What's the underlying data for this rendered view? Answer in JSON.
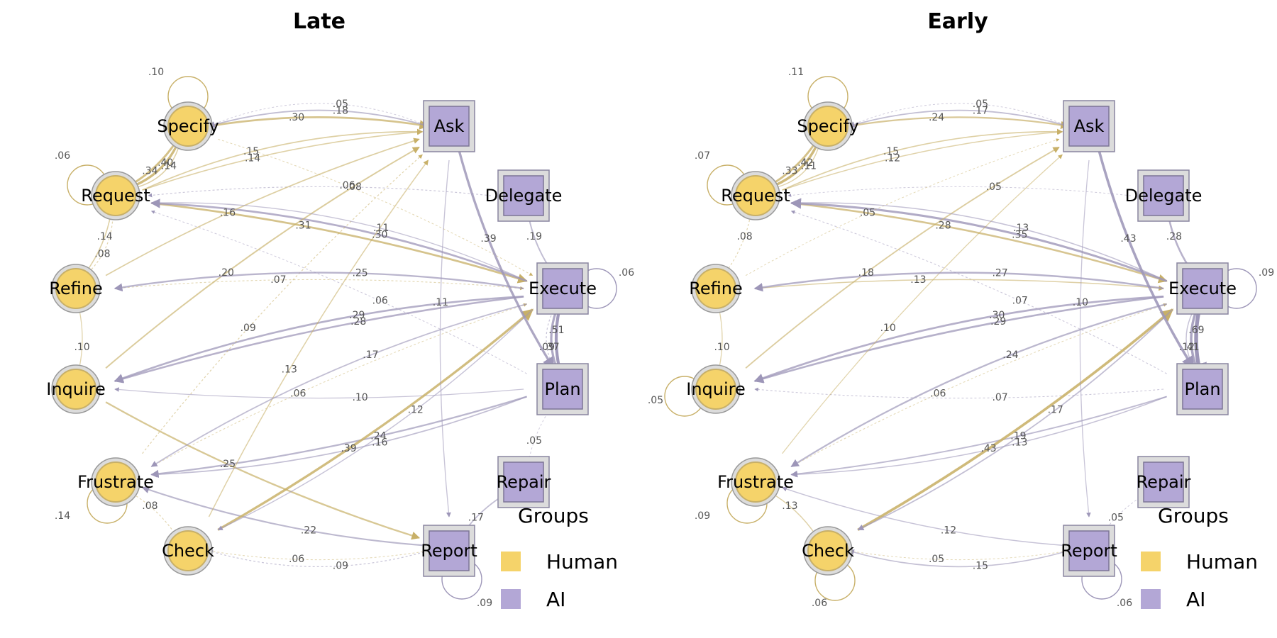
{
  "colors": {
    "human": "#f5d36a",
    "human_edge": "#c8b068",
    "ai": "#b3a7d6",
    "ai_edge": "#9d96b8"
  },
  "legend": {
    "title": "Groups",
    "items": [
      {
        "label": "Human",
        "color": "#f5d36a"
      },
      {
        "label": "AI",
        "color": "#b3a7d6"
      }
    ]
  },
  "nodes": [
    {
      "id": "Specify",
      "group": "Human"
    },
    {
      "id": "Request",
      "group": "Human"
    },
    {
      "id": "Refine",
      "group": "Human"
    },
    {
      "id": "Inquire",
      "group": "Human"
    },
    {
      "id": "Frustrate",
      "group": "Human"
    },
    {
      "id": "Check",
      "group": "Human"
    },
    {
      "id": "Ask",
      "group": "AI"
    },
    {
      "id": "Delegate",
      "group": "AI"
    },
    {
      "id": "Execute",
      "group": "AI"
    },
    {
      "id": "Plan",
      "group": "AI"
    },
    {
      "id": "Repair",
      "group": "AI"
    },
    {
      "id": "Report",
      "group": "AI"
    }
  ],
  "panels": [
    {
      "title": "Late",
      "self_loops": [
        {
          "node": "Specify",
          "label": ".10"
        },
        {
          "node": "Request",
          "label": ".06"
        },
        {
          "node": "Execute",
          "label": ".06"
        },
        {
          "node": "Frustrate",
          "label": ".14"
        },
        {
          "node": "Report",
          "label": ".09"
        }
      ],
      "edges": [
        {
          "from": "Request",
          "to": "Specify",
          "w": 0.34,
          "label": ".34"
        },
        {
          "from": "Specify",
          "to": "Request",
          "w": 0.4,
          "label": ".40"
        },
        {
          "from": "Specify",
          "to": "Request",
          "w": 0.14,
          "label": ".14"
        },
        {
          "from": "Specify",
          "to": "Ask",
          "w": 0.3,
          "label": ".30"
        },
        {
          "from": "Ask",
          "to": "Specify",
          "w": 0.18,
          "label": ".18"
        },
        {
          "from": "Ask",
          "to": "Specify",
          "w": 0.05,
          "label": ".05"
        },
        {
          "from": "Specify",
          "to": "Execute",
          "w": 0.06,
          "label": ".06"
        },
        {
          "from": "Request",
          "to": "Execute",
          "w": 0.31,
          "label": ".31"
        },
        {
          "from": "Request",
          "to": "Ask",
          "w": 0.14,
          "label": ".14"
        },
        {
          "from": "Request",
          "to": "Ask",
          "w": 0.15,
          "label": ".15"
        },
        {
          "from": "Delegate",
          "to": "Request",
          "w": 0.08,
          "label": ".08"
        },
        {
          "from": "Execute",
          "to": "Request",
          "w": 0.3,
          "label": ".30"
        },
        {
          "from": "Plan",
          "to": "Request",
          "w": 0.06,
          "label": ".06"
        },
        {
          "from": "Request",
          "to": "Refine",
          "w": 0.14,
          "label": ".14"
        },
        {
          "from": "Refine",
          "to": "Request",
          "w": 0.08,
          "label": ".08"
        },
        {
          "from": "Refine",
          "to": "Execute",
          "w": 0.07,
          "label": ".07"
        },
        {
          "from": "Refine",
          "to": "Ask",
          "w": 0.16,
          "label": ".16"
        },
        {
          "from": "Inquire",
          "to": "Refine",
          "w": 0.1,
          "label": ".10"
        },
        {
          "from": "Execute",
          "to": "Inquire",
          "w": 0.28,
          "label": ".28"
        },
        {
          "from": "Execute",
          "to": "Inquire",
          "w": 0.29,
          "label": ".29"
        },
        {
          "from": "Inquire",
          "to": "Ask",
          "w": 0.2,
          "label": ".20"
        },
        {
          "from": "Inquire",
          "to": "Report",
          "w": 0.25,
          "label": ".25"
        },
        {
          "from": "Plan",
          "to": "Inquire",
          "w": 0.1,
          "label": ".10"
        },
        {
          "from": "Frustrate",
          "to": "Ask",
          "w": 0.09,
          "label": ".09"
        },
        {
          "from": "Frustrate",
          "to": "Execute",
          "w": 0.06,
          "label": ".06"
        },
        {
          "from": "Plan",
          "to": "Frustrate",
          "w": 0.24,
          "label": ".24"
        },
        {
          "from": "Plan",
          "to": "Frustrate",
          "w": 0.16,
          "label": ".16"
        },
        {
          "from": "Report",
          "to": "Frustrate",
          "w": 0.22,
          "label": ".22"
        },
        {
          "from": "Frustrate",
          "to": "Check",
          "w": 0.08,
          "label": ".08"
        },
        {
          "from": "Check",
          "to": "Execute",
          "w": 0.39,
          "label": ".39"
        },
        {
          "from": "Check",
          "to": "Report",
          "w": 0.06,
          "label": ".06"
        },
        {
          "from": "Report",
          "to": "Check",
          "w": 0.09,
          "label": ".09"
        },
        {
          "from": "Check",
          "to": "Ask",
          "w": 0.13,
          "label": ".13"
        },
        {
          "from": "Execute",
          "to": "Check",
          "w": 0.12,
          "label": ".12"
        },
        {
          "from": "Execute",
          "to": "Plan",
          "w": 0.51,
          "label": ".51"
        },
        {
          "from": "Plan",
          "to": "Execute",
          "w": 0.37,
          "label": ".37"
        },
        {
          "from": "Plan",
          "to": "Execute",
          "w": 0.09,
          "label": ".09"
        },
        {
          "from": "Ask",
          "to": "Plan",
          "w": 0.39,
          "label": ".39"
        },
        {
          "from": "Delegate",
          "to": "Execute",
          "w": 0.19,
          "label": ".19"
        },
        {
          "from": "Repair",
          "to": "Plan",
          "w": 0.05,
          "label": ".05"
        },
        {
          "from": "Report",
          "to": "Repair",
          "w": 0.17,
          "label": ".17"
        },
        {
          "from": "Ask",
          "to": "Report",
          "w": 0.11,
          "label": ".11"
        },
        {
          "from": "Execute",
          "to": "Refine",
          "w": 0.25,
          "label": ".25"
        },
        {
          "from": "Execute",
          "to": "Frustrate",
          "w": 0.17,
          "label": ".17"
        },
        {
          "from": "Execute",
          "to": "Request",
          "w": 0.11,
          "label": ".11"
        }
      ]
    },
    {
      "title": "Early",
      "self_loops": [
        {
          "node": "Specify",
          "label": ".11"
        },
        {
          "node": "Request",
          "label": ".07"
        },
        {
          "node": "Execute",
          "label": ".09"
        },
        {
          "node": "Inquire",
          "label": ".05"
        },
        {
          "node": "Frustrate",
          "label": ".09"
        },
        {
          "node": "Check",
          "label": ".06"
        },
        {
          "node": "Report",
          "label": ".06"
        }
      ],
      "edges": [
        {
          "from": "Request",
          "to": "Specify",
          "w": 0.33,
          "label": ".33"
        },
        {
          "from": "Specify",
          "to": "Request",
          "w": 0.42,
          "label": ".42"
        },
        {
          "from": "Specify",
          "to": "Request",
          "w": 0.11,
          "label": ".11"
        },
        {
          "from": "Specify",
          "to": "Ask",
          "w": 0.24,
          "label": ".24"
        },
        {
          "from": "Ask",
          "to": "Specify",
          "w": 0.17,
          "label": ".17"
        },
        {
          "from": "Ask",
          "to": "Specify",
          "w": 0.05,
          "label": ".05"
        },
        {
          "from": "Request",
          "to": "Execute",
          "w": 0.28,
          "label": ".28"
        },
        {
          "from": "Request",
          "to": "Ask",
          "w": 0.12,
          "label": ".12"
        },
        {
          "from": "Request",
          "to": "Ask",
          "w": 0.15,
          "label": ".15"
        },
        {
          "from": "Delegate",
          "to": "Request",
          "w": 0.05,
          "label": ".05"
        },
        {
          "from": "Execute",
          "to": "Request",
          "w": 0.35,
          "label": ".35"
        },
        {
          "from": "Plan",
          "to": "Request",
          "w": 0.07,
          "label": ".07"
        },
        {
          "from": "Request",
          "to": "Refine",
          "w": 0.08,
          "label": ".08"
        },
        {
          "from": "Refine",
          "to": "Execute",
          "w": 0.13,
          "label": ".13"
        },
        {
          "from": "Refine",
          "to": "Ask",
          "w": 0.05,
          "label": ".05"
        },
        {
          "from": "Inquire",
          "to": "Refine",
          "w": 0.1,
          "label": ".10"
        },
        {
          "from": "Execute",
          "to": "Inquire",
          "w": 0.29,
          "label": ".29"
        },
        {
          "from": "Execute",
          "to": "Inquire",
          "w": 0.3,
          "label": ".30"
        },
        {
          "from": "Inquire",
          "to": "Ask",
          "w": 0.18,
          "label": ".18"
        },
        {
          "from": "Plan",
          "to": "Inquire",
          "w": 0.07,
          "label": ".07"
        },
        {
          "from": "Frustrate",
          "to": "Ask",
          "w": 0.1,
          "label": ".10"
        },
        {
          "from": "Frustrate",
          "to": "Execute",
          "w": 0.06,
          "label": ".06"
        },
        {
          "from": "Plan",
          "to": "Frustrate",
          "w": 0.19,
          "label": ".19"
        },
        {
          "from": "Plan",
          "to": "Frustrate",
          "w": 0.13,
          "label": ".13"
        },
        {
          "from": "Report",
          "to": "Frustrate",
          "w": 0.12,
          "label": ".12"
        },
        {
          "from": "Frustrate",
          "to": "Check",
          "w": 0.13,
          "label": ".13"
        },
        {
          "from": "Check",
          "to": "Execute",
          "w": 0.43,
          "label": ".43"
        },
        {
          "from": "Check",
          "to": "Report",
          "w": 0.05,
          "label": ".05"
        },
        {
          "from": "Report",
          "to": "Check",
          "w": 0.15,
          "label": ".15"
        },
        {
          "from": "Execute",
          "to": "Check",
          "w": 0.17,
          "label": ".17"
        },
        {
          "from": "Execute",
          "to": "Plan",
          "w": 0.69,
          "label": ".69"
        },
        {
          "from": "Plan",
          "to": "Execute",
          "w": 0.41,
          "label": ".41"
        },
        {
          "from": "Plan",
          "to": "Execute",
          "w": 0.12,
          "label": ".12"
        },
        {
          "from": "Ask",
          "to": "Plan",
          "w": 0.43,
          "label": ".43"
        },
        {
          "from": "Delegate",
          "to": "Execute",
          "w": 0.28,
          "label": ".28"
        },
        {
          "from": "Report",
          "to": "Repair",
          "w": 0.05,
          "label": ".05"
        },
        {
          "from": "Ask",
          "to": "Report",
          "w": 0.1,
          "label": ".10"
        },
        {
          "from": "Execute",
          "to": "Refine",
          "w": 0.27,
          "label": ".27"
        },
        {
          "from": "Execute",
          "to": "Frustrate",
          "w": 0.24,
          "label": ".24"
        },
        {
          "from": "Execute",
          "to": "Request",
          "w": 0.13,
          "label": ".13"
        }
      ]
    }
  ]
}
